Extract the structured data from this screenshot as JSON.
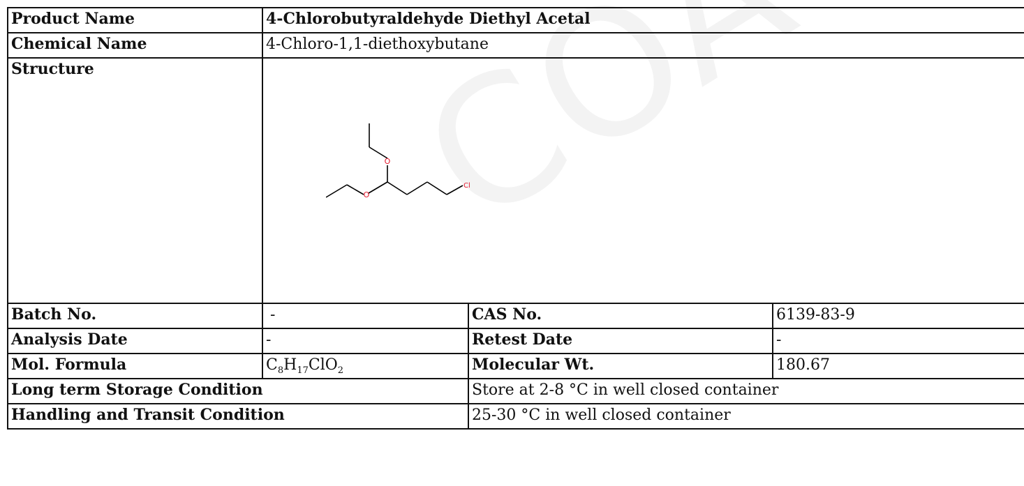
{
  "watermark": "COA",
  "product_name": {
    "label": "Product Name",
    "value": "4-Chlorobutyraldehyde Diethyl Acetal"
  },
  "chemical_name": {
    "label": "Chemical Name",
    "value": "4-Chloro-1,1-diethoxybutane"
  },
  "structure": {
    "label": "Structure",
    "atoms": {
      "o_top": "O",
      "o_bottom": "O",
      "cl": "Cl"
    }
  },
  "batch": {
    "label": "Batch No.",
    "value": "-"
  },
  "cas": {
    "label": "CAS No.",
    "value": "6139-83-9"
  },
  "analysis_date": {
    "label": "Analysis Date",
    "value": "-"
  },
  "retest_date": {
    "label": "Retest Date",
    "value": "-"
  },
  "formula": {
    "label": "Mol. Formula",
    "c": "C",
    "c_n": "8",
    "h": "H",
    "h_n": "17",
    "rest": "ClO",
    "o_n": "2"
  },
  "mol_wt": {
    "label": "Molecular Wt.",
    "value": "180.67"
  },
  "long_storage": {
    "label": "Long term Storage Condition",
    "value": "Store at 2-8 °C in well closed container"
  },
  "handling": {
    "label": "Handling and Transit Condition",
    "value": "25-30 °C in well closed container"
  },
  "colors": {
    "heteroatom": "#e4172b",
    "bond": "#000000"
  }
}
